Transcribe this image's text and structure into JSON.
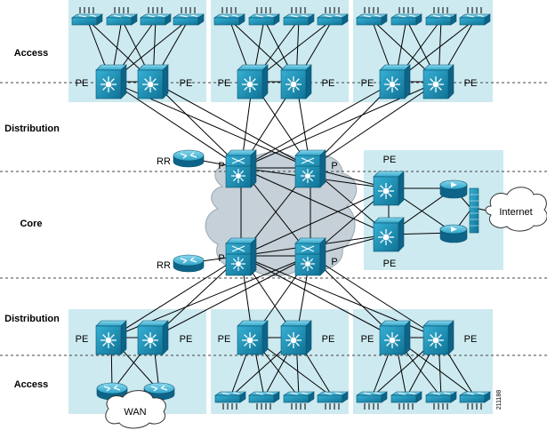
{
  "layers": {
    "access_top": "Access",
    "distribution_top": "Distribution",
    "core": "Core",
    "distribution_bottom": "Distribution",
    "access_bottom": "Access"
  },
  "labels": {
    "pe": "PE",
    "p": "P",
    "rr": "RR",
    "internet": "Internet",
    "wan": "WAN",
    "figure_id": "211188"
  },
  "colors": {
    "block_fill": "#cdeaf0",
    "device": "#1a8fb3",
    "cloud": "#c5d0d8",
    "line": "#000000"
  }
}
